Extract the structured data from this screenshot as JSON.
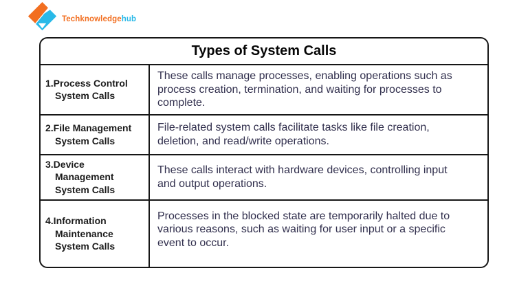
{
  "brand": {
    "name_primary": "Techknowledge",
    "name_secondary": "hub",
    "logo_icon": "diamond-s-arrows",
    "colors": {
      "orange": "#F26F21",
      "cyan": "#29B9E8"
    }
  },
  "table": {
    "title": "Types of System Calls",
    "border_color": "#161616",
    "header_text_color": "#1b1b1b",
    "body_text_color": "#312F4D",
    "rows": [
      {
        "header": "1.Process Control System Calls",
        "description": "These calls manage processes, enabling operations such as process creation, termination, and waiting for processes to complete."
      },
      {
        "header": "2.File Management System Calls",
        "description": "File-related system calls facilitate tasks like file creation, deletion, and read/write operations."
      },
      {
        "header": "3.Device Management System Calls",
        "description": "These calls interact with hardware devices, controlling input and output operations."
      },
      {
        "header": "4.Information Maintenance System Calls",
        "description": "Processes in the blocked state are temporarily halted due to various reasons, such as waiting for user input or a specific event to occur."
      }
    ]
  }
}
